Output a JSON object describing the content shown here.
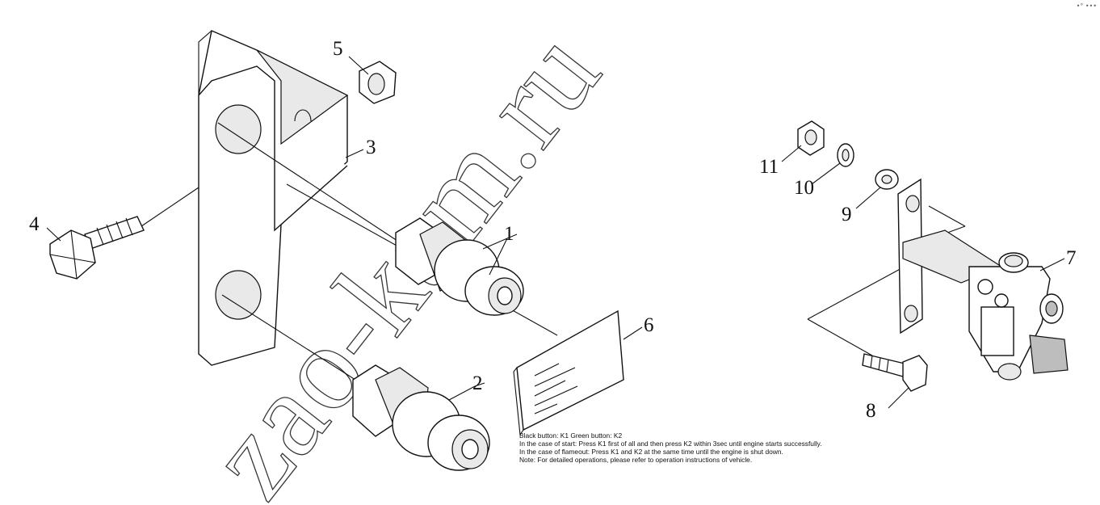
{
  "watermark": "zao-kam.ru",
  "corner_mark": "•° •••",
  "callouts": {
    "c1": "1",
    "c2": "2",
    "c3": "3",
    "c4": "4",
    "c5": "5",
    "c6": "6",
    "c7": "7",
    "c8": "8",
    "c9": "9",
    "c10": "10",
    "c11": "11"
  },
  "note_lines": [
    "Black button: K1 Green button: K2",
    "In the case of start: Press K1 first of all and then press K2 within 3sec until engine starts successfully.",
    "In the case of flameout: Press K1 and K2 at the same time until the engine is shut down.",
    "Note: For detailed operations, please refer to operation instructions of vehicle."
  ]
}
